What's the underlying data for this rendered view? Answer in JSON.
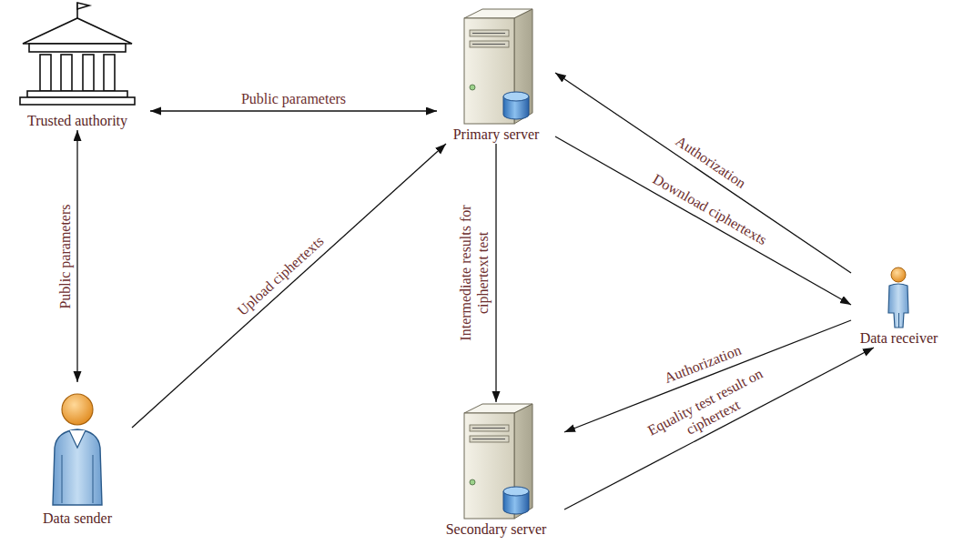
{
  "diagram": {
    "nodes": [
      {
        "text": [
          "Trusted authority"
        ]
      },
      {
        "text": [
          "Primary server"
        ]
      },
      {
        "text": [
          "Data receiver"
        ]
      },
      {
        "text": [
          "Data sender"
        ]
      },
      {
        "text": [
          "Secondary server"
        ]
      }
    ],
    "edges": [
      {
        "from": 0,
        "to": 1,
        "label": "Public parameters",
        "arrow": "both"
      },
      {
        "from": 0,
        "to": 3,
        "label": "Public parameters",
        "arrow": "both"
      },
      {
        "from": 3,
        "to": 1,
        "label": "Upload ciphertexts",
        "arrow": "to"
      },
      {
        "from": 1,
        "to": 4,
        "label": "Intermediate results for ciphertext test",
        "arrow": "to"
      },
      {
        "from": 2,
        "to": 1,
        "label": "Authorization",
        "arrow": "to"
      },
      {
        "from": 1,
        "to": 2,
        "label": "Download ciphertexts",
        "arrow": "to"
      },
      {
        "from": 2,
        "to": 4,
        "label": "Authorization",
        "arrow": "to"
      },
      {
        "from": 4,
        "to": 2,
        "label": "Equality test result on ciphertext",
        "arrow": "to"
      }
    ]
  }
}
